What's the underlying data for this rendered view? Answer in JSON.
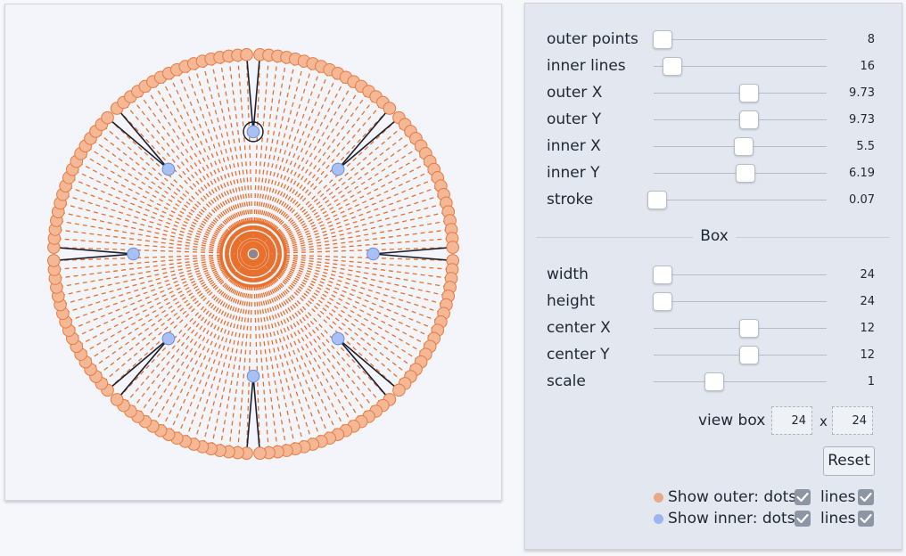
{
  "controls": [
    {
      "key": "outer_points",
      "label": "outer points",
      "value": "8",
      "fraction": 0.05
    },
    {
      "key": "inner_lines",
      "label": "inner lines",
      "value": "16",
      "fraction": 0.11
    },
    {
      "key": "outer_x",
      "label": "outer X",
      "value": "9.73",
      "fraction": 0.55
    },
    {
      "key": "outer_y",
      "label": "outer Y",
      "value": "9.73",
      "fraction": 0.55
    },
    {
      "key": "inner_x",
      "label": "inner X",
      "value": "5.5",
      "fraction": 0.52
    },
    {
      "key": "inner_y",
      "label": "inner Y",
      "value": "6.19",
      "fraction": 0.53
    },
    {
      "key": "stroke",
      "label": "stroke",
      "value": "0.07",
      "fraction": 0.02
    }
  ],
  "box_section_title": "Box",
  "box_controls": [
    {
      "key": "width",
      "label": "width",
      "value": "24",
      "fraction": 0.05
    },
    {
      "key": "height",
      "label": "height",
      "value": "24",
      "fraction": 0.05
    },
    {
      "key": "center_x",
      "label": "center X",
      "value": "12",
      "fraction": 0.55
    },
    {
      "key": "center_y",
      "label": "center Y",
      "value": "12",
      "fraction": 0.55
    },
    {
      "key": "scale",
      "label": "scale",
      "value": "1",
      "fraction": 0.35
    }
  ],
  "viewbox": {
    "label": "view box",
    "width": "24",
    "height": "24",
    "separator": "x"
  },
  "reset_label": "Reset",
  "legend": {
    "outer": {
      "label": "Show outer:",
      "dots_label": "dots",
      "lines_label": "lines",
      "dots_checked": true,
      "lines_checked": true,
      "color": "#e7aa84"
    },
    "inner": {
      "label": "Show inner:",
      "dots_label": "dots",
      "lines_label": "lines",
      "dots_checked": true,
      "lines_checked": true,
      "color": "#9bb5f0"
    }
  },
  "colors": {
    "outer_fill": "#f5b897",
    "outer_stroke": "#e87a3e",
    "inner_fill": "#a8c0f3",
    "inner_stroke": "#6f8ed8",
    "dash": "#e8702d",
    "lines": "#1a1f2e"
  }
}
